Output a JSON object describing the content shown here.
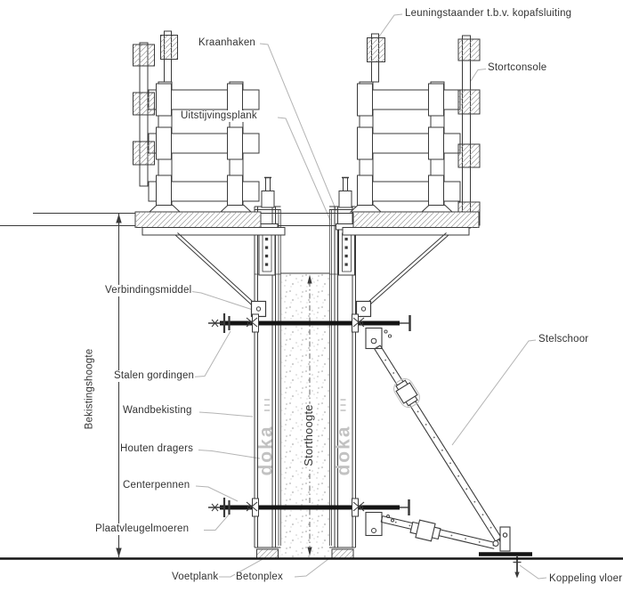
{
  "labels": {
    "leuningstaander": "Leuningstaander t.b.v. kopafsluiting",
    "kraanhaken": "Kraanhaken",
    "stortconsole": "Stortconsole",
    "uitstijvingsplank": "Uitstijvingsplank",
    "verbindingsmiddel": "Verbindingsmiddel",
    "stalen_gordingen": "Stalen gordingen",
    "wandbekisting": "Wandbekisting",
    "houten_dragers": "Houten dragers",
    "centerpennen": "Centerpennen",
    "plaatvleugelmoeren": "Plaatvleugelmoeren",
    "voetplank": "Voetplank",
    "betonplex": "Betonplex",
    "stelschoor": "Stelschoor",
    "koppeling_vloer": "Koppeling vloer",
    "bekistingshoogte": "Bekistingshoogte",
    "storthoogte": "Storthoogte"
  },
  "panel_brand": "doka",
  "colors": {
    "line": "#3a3a3a",
    "heavy_line": "#141414",
    "leader": "#b4b4b4",
    "hatch": "#9a9a9a",
    "concrete_dot": "#c7c7c7",
    "brand_gray": "#c2c2c2",
    "background": "#ffffff",
    "text": "#333333"
  }
}
